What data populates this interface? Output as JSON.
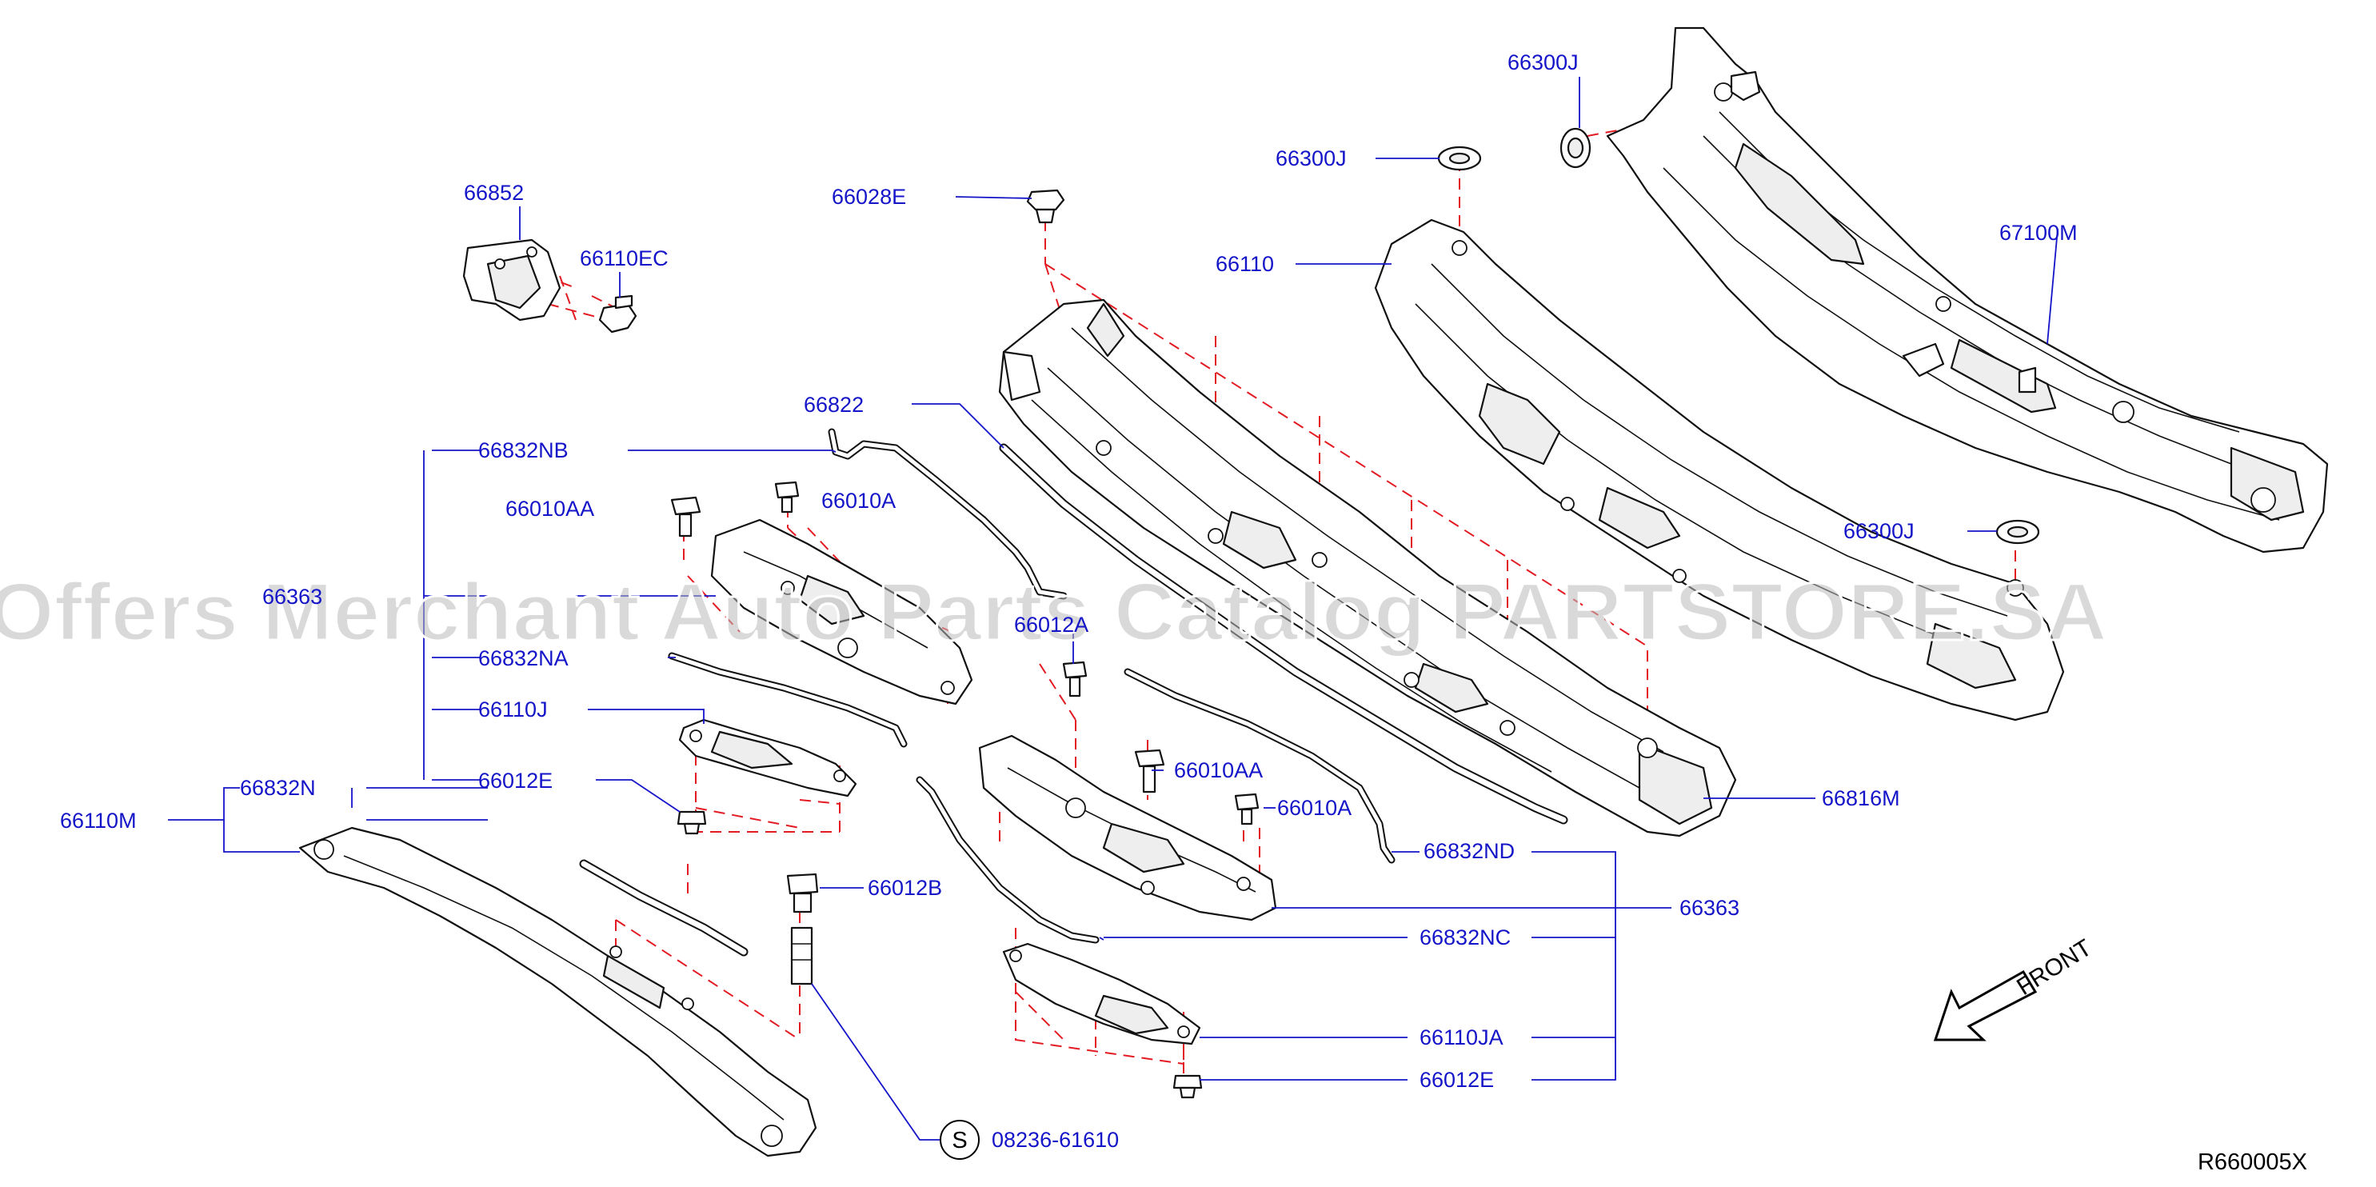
{
  "diagram": {
    "watermark": "Offers Merchant Auto Parts Catalog PARTSTORE.SA",
    "drawing_code": "R660005X",
    "front_label": "FRONT",
    "s_symbol": "S",
    "part_labels": {
      "p66852": "66852",
      "p66110EC": "66110EC",
      "p66028E": "66028E",
      "p66300J_top": "66300J",
      "p66300J_mid": "66300J",
      "p66300J_right": "66300J",
      "p67100M": "67100M",
      "p66110": "66110",
      "p66822": "66822",
      "p66832NB": "66832NB",
      "p66010AA_left": "66010AA",
      "p66010A_left": "66010A",
      "p66363_left": "66363",
      "p66832NA": "66832NA",
      "p66012A": "66012A",
      "p66110J": "66110J",
      "p66012E_left": "66012E",
      "p66832N": "66832N",
      "p66110M": "66110M",
      "p66010AA_right": "66010AA",
      "p66010A_right": "66010A",
      "p66832ND": "66832ND",
      "p66816M": "66816M",
      "p66012B": "66012B",
      "p66363_right": "66363",
      "p66832NC": "66832NC",
      "p66110JA": "66110JA",
      "p66012E_right": "66012E",
      "p08236": "08236-61610"
    }
  }
}
